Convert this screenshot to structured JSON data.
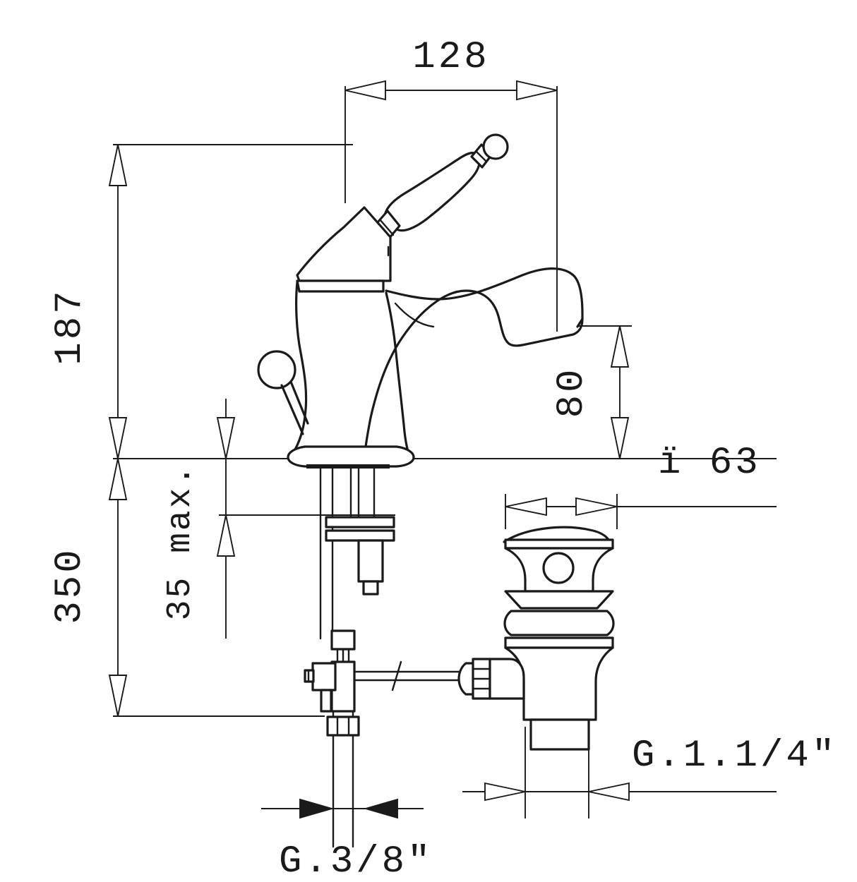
{
  "drawing": {
    "title": "Single-lever basin mixer tap — dimensioned technical drawing",
    "type": "engineering-line-drawing",
    "units": "mm",
    "line_color": "#1a1a1a",
    "background_color": "#ffffff"
  },
  "dimensions": {
    "spout_reach": {
      "label": "128",
      "orientation": "horizontal",
      "arrow_style": "open",
      "position": "top",
      "description": "Horizontal distance from tap axis to spout outlet"
    },
    "overall_height": {
      "label": "187",
      "orientation": "vertical-rotated",
      "arrow_style": "open",
      "position": "left-upper",
      "description": "Height of tap body above mounting surface"
    },
    "hose_length": {
      "label": "350",
      "orientation": "vertical-rotated",
      "arrow_style": "open",
      "position": "left-lower",
      "description": "Length of supply tails below mounting surface"
    },
    "max_thickness": {
      "label": "35 max.",
      "orientation": "vertical-rotated",
      "arrow_style": "open",
      "position": "inner-left",
      "description": "Maximum basin deck thickness"
    },
    "spout_height": {
      "label": "80",
      "orientation": "vertical-rotated",
      "arrow_style": "open",
      "position": "right",
      "description": "Height of spout outlet above mounting surface"
    },
    "base_diameter": {
      "label": "ï 63",
      "symbol": "diameter",
      "value": "63",
      "orientation": "horizontal",
      "arrow_style": "open",
      "position": "right-middle",
      "description": "Diameter of waste flange"
    },
    "waste_thread": {
      "label": "G.1.1/4\"",
      "orientation": "horizontal",
      "arrow_style": "open",
      "position": "bottom-right",
      "description": "Waste outlet thread size"
    },
    "supply_thread": {
      "label": "G.3/8\"",
      "orientation": "horizontal",
      "arrow_style": "solid",
      "position": "bottom-left",
      "description": "Supply connection thread size"
    }
  },
  "components": [
    {
      "name": "lever-handle",
      "label": "Lever handle with ball finial"
    },
    {
      "name": "cartridge-housing",
      "label": "Cartridge housing / bonnet"
    },
    {
      "name": "tap-body",
      "label": "Tap body"
    },
    {
      "name": "curved-spout",
      "label": "Curved cast spout"
    },
    {
      "name": "pop-up-lift-rod",
      "label": "Pop-up waste lift rod with knob"
    },
    {
      "name": "mounting-base",
      "label": "Mounting base / escutcheon"
    },
    {
      "name": "threaded-shank",
      "label": "Threaded mounting shank"
    },
    {
      "name": "mounting-nut",
      "label": "Mounting nut and washer"
    },
    {
      "name": "supply-tails",
      "label": "Flexible supply tails"
    },
    {
      "name": "pop-up-waste-body",
      "label": "Pop-up waste body"
    },
    {
      "name": "waste-plug",
      "label": "Waste plug / stopper"
    },
    {
      "name": "pivot-nut",
      "label": "Ball pivot nut"
    },
    {
      "name": "pivot-rod",
      "label": "Horizontal pivot rod"
    }
  ]
}
